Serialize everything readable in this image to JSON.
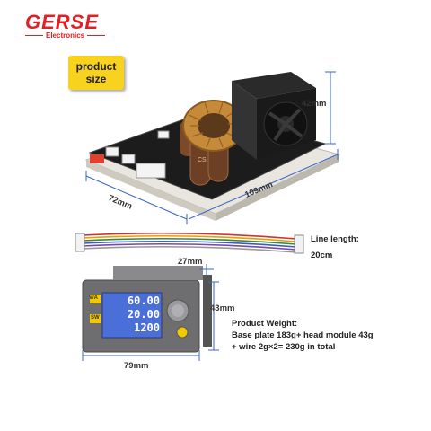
{
  "brand": {
    "name": "GERSE",
    "tagline": "Electronics"
  },
  "badge": {
    "line1": "product",
    "line2": "size"
  },
  "board": {
    "height_label": "42mm",
    "width_label": "72mm",
    "length_label": "109mm"
  },
  "cable": {
    "label": "Line length:",
    "value": "20cm"
  },
  "module": {
    "depth_label": "27mm",
    "height_label": "43mm",
    "width_label": "79mm",
    "screen": {
      "line1": "60.00",
      "line2": "20.00",
      "line3": "1200",
      "btn_top": "V/A",
      "btn_bottom": "SW"
    }
  },
  "weight": {
    "title": "Product Weight:",
    "line1": "Base plate 183g+ head module 43g",
    "line2": "+ wire 2g×2= 230g in total"
  }
}
